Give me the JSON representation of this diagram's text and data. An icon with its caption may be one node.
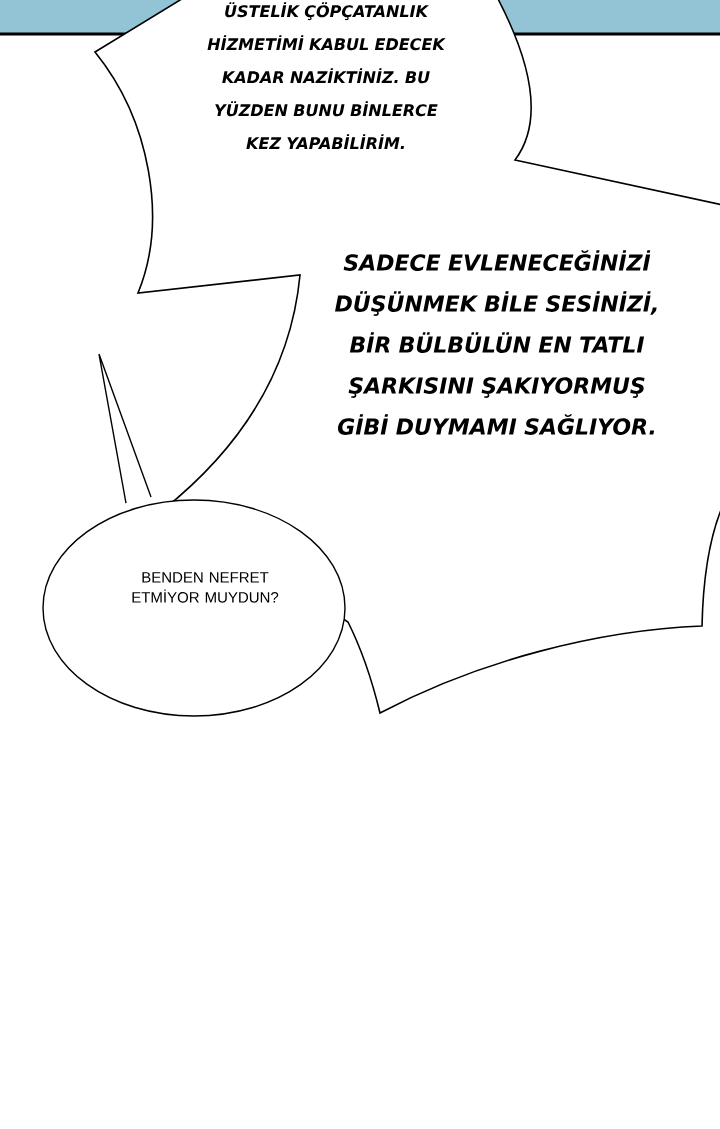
{
  "diagram": {
    "nodes": [
      {
        "text": [
          "ÜSTELİK ÇÖPÇATANLIK HİZMETİMİ KABUL EDECEK KADAR NAZİKTİNİZ. BU YÜZDEN BUNU BİNLERCE KEZ YAPABİLİRİM.",
          "SADECE EVLENECEĞİNİZİ DÜŞÜNMEK BİLE SESİNİZİ, BİR BÜLBÜLÜN EN TATLI ŞARKISINI ŞAKIYORMUŞ GİBİ DUYMAMI SAĞLIYOR."
        ]
      },
      {
        "text": [
          "BENDEN NEFRET ETMİYOR MUYDUN?"
        ]
      }
    ]
  }
}
